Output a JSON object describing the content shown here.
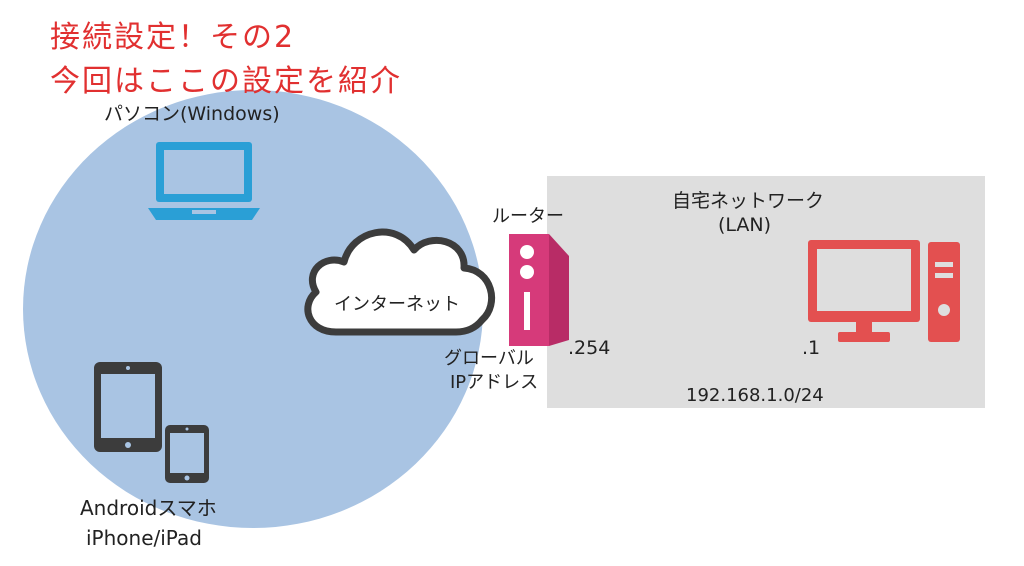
{
  "title": {
    "line1": "接続設定！その2",
    "line2": "今回はここの設定を紹介"
  },
  "labels": {
    "pc": "パソコン(Windows)",
    "internet": "インターネット",
    "router": "ルーター",
    "global_ip_line1": "グローバル",
    "global_ip_line2": "IPアドレス",
    "router_ip": ".254",
    "lan_title_line1": "自宅ネットワーク",
    "lan_title_line2": "(LAN)",
    "desktop_ip": ".1",
    "subnet": "192.168.1.0/24",
    "mobile_line1": "Androidスマホ",
    "mobile_line2": "iPhone/iPad"
  },
  "colors": {
    "title": "#e13030",
    "laptop": "#2a9fd6",
    "router": "#d63a7a",
    "desktop": "#e35050",
    "tablet": "#3c3c3c",
    "cloud": "#3c3c3c",
    "circle": "#a9c4e3",
    "lan_area": "#dedede"
  },
  "icons": {
    "laptop": "laptop-icon",
    "cloud": "cloud-icon",
    "router": "router-icon",
    "desktop": "desktop-computer-icon",
    "tablet": "tablet-icon",
    "phone": "smartphone-icon"
  }
}
